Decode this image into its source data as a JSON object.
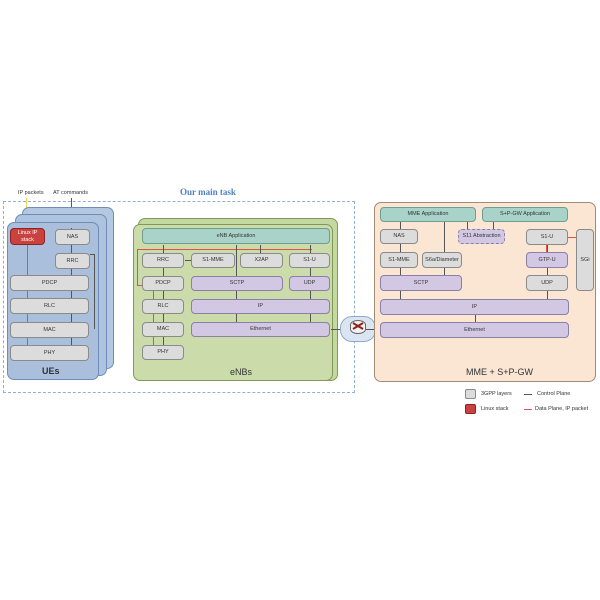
{
  "header": {
    "ip_packets": "IP packets",
    "at_commands": "AT commands",
    "main_task": "Our main task"
  },
  "ue": {
    "title": "UEs",
    "linux_stack": "Linux IP stack",
    "nas": "NAS",
    "rrc": "RRC",
    "pdcp": "PDCP",
    "rlc": "RLC",
    "mac": "MAC",
    "phy": "PHY"
  },
  "enb": {
    "title": "eNBs",
    "app": "eNB Application",
    "rrc": "RRC",
    "s1mme": "S1-MME",
    "x2ap": "X2AP",
    "s1u": "S1-U",
    "pdcp": "PDCP",
    "sctp": "SCTP",
    "udp": "UDP",
    "rlc": "RLC",
    "ip": "IP",
    "mac": "MAC",
    "ethernet": "Ethernet",
    "phy": "PHY"
  },
  "epc": {
    "title": "MME + S+P-GW",
    "mme_app": "MME Application",
    "spgw_app": "S+P-GW Application",
    "nas": "NAS",
    "s11": "S11 Abstraction",
    "s1u": "S1-U",
    "sgi": "SGi",
    "s1mme": "S1-MME",
    "s6a": "S6a/Diameter",
    "gtpu": "GTP-U",
    "sctp": "SCTP",
    "udp": "UDP",
    "ip": "IP",
    "ethernet": "Ethernet"
  },
  "legend": {
    "layers": "3GPP layers",
    "linux": "Linux stack",
    "control": "Control Plane",
    "data": "Data Plane, IP packet"
  },
  "colors": {
    "ue_panel": "#a9bfdc",
    "enb_panel": "#cbdcaa",
    "epc_panel": "#fbe6d4",
    "linux_red": "#c9423f",
    "data_plane": "#d9534f",
    "main_task_title": "#4f81bd"
  }
}
